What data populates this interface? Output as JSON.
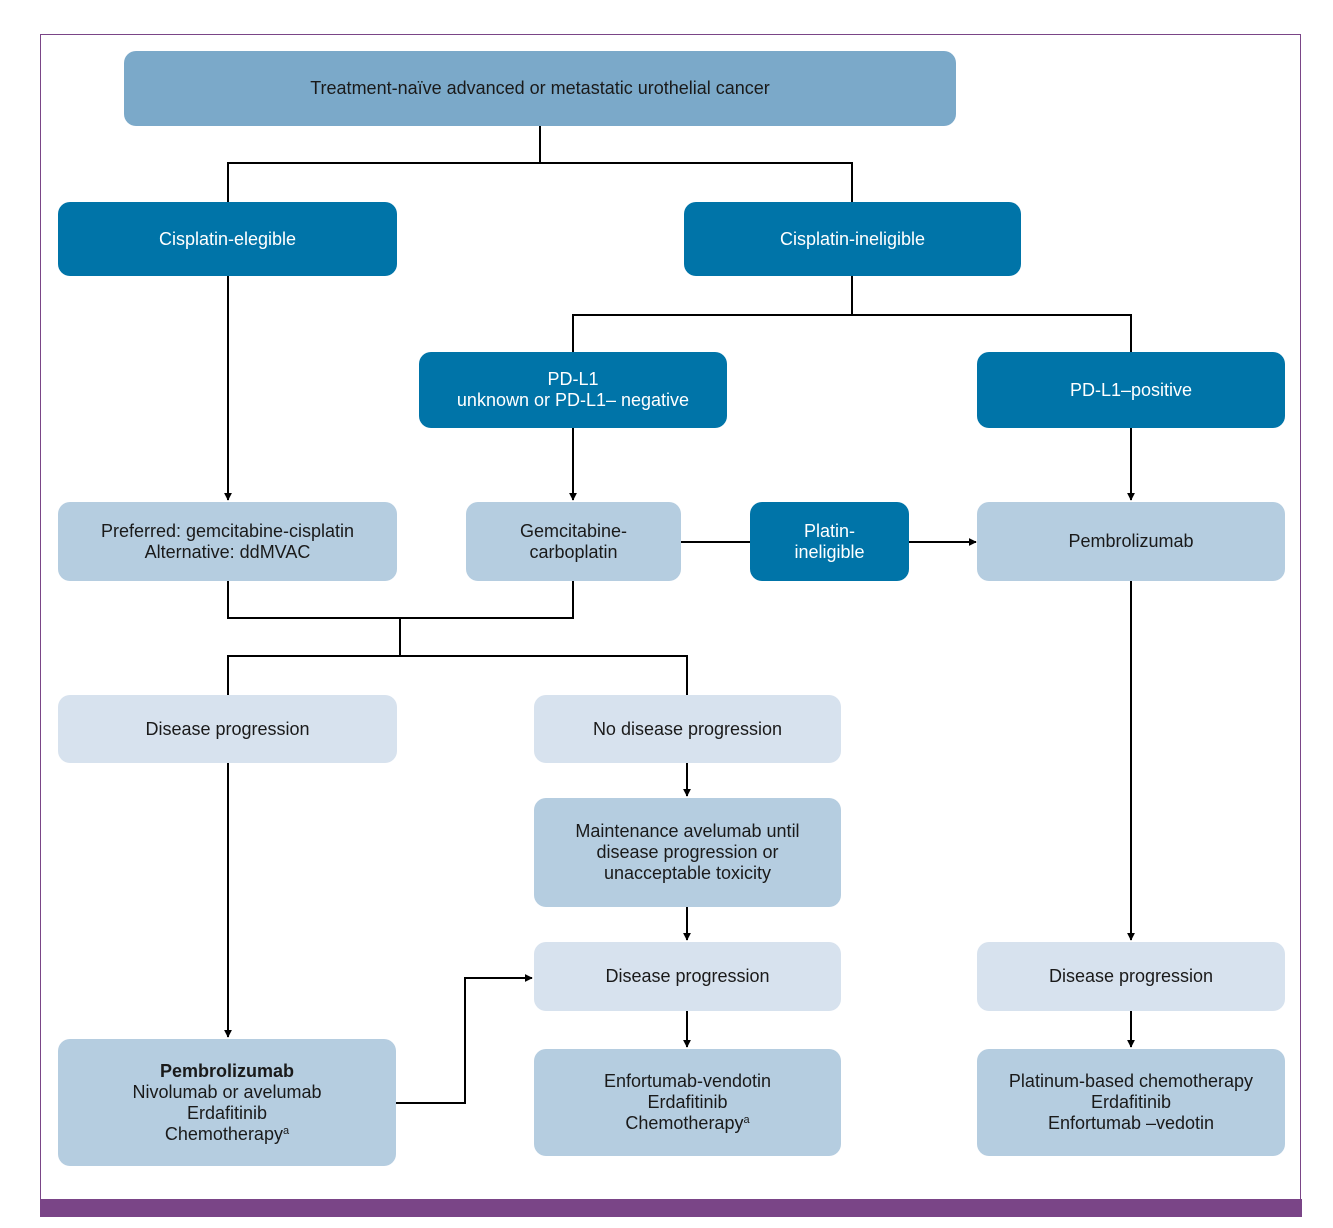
{
  "colors": {
    "frame": "#7a4587",
    "bottom_bar": "#7a4587",
    "top_box": "#7ba9c9",
    "dark_box": "#0074a8",
    "mid_box": "#b5cde0",
    "light_box": "#d7e2ee",
    "connector": "#000000"
  },
  "nodes": {
    "root": {
      "line1": "Treatment-naïve advanced or metastatic urothelial cancer"
    },
    "cis_eligible": {
      "line1": "Cisplatin-elegible"
    },
    "cis_ineligible": {
      "line1": "Cisplatin-ineligible"
    },
    "pdl1_neg": {
      "line1": "PD-L1",
      "line2": "unknown or PD-L1– negative"
    },
    "pdl1_pos": {
      "line1": "PD-L1–positive"
    },
    "gem_cis": {
      "line1": "Preferred: gemcitabine-cisplatin",
      "line2": "Alternative: ddMVAC"
    },
    "gem_carbo": {
      "line1": "Gemcitabine-",
      "line2": "carboplatin"
    },
    "platin_inel": {
      "line1": "Platin-",
      "line2": "ineligible"
    },
    "pembro_first": {
      "line1": "Pembrolizumab"
    },
    "progression_left": {
      "line1": "Disease progression"
    },
    "no_progression": {
      "line1": "No disease progression"
    },
    "maintenance": {
      "line1": "Maintenance avelumab until",
      "line2": "disease progression or",
      "line3": "unacceptable toxicity"
    },
    "progression_mid": {
      "line1": "Disease progression"
    },
    "progression_right": {
      "line1": "Disease progression"
    },
    "second_left": {
      "line1": "Pembrolizumab",
      "line2": "Nivolumab or avelumab",
      "line3": "Erdafitinib",
      "line4": "Chemotherapy",
      "sup4": "a"
    },
    "second_mid": {
      "line1": "Enfortumab-vendotin",
      "line2": "Erdafitinib",
      "line3": "Chemotherapy",
      "sup3": "a"
    },
    "second_right": {
      "line1": "Platinum-based chemotherapy",
      "line2": "Erdafitinib",
      "line3": "Enfortumab –vedotin"
    }
  }
}
